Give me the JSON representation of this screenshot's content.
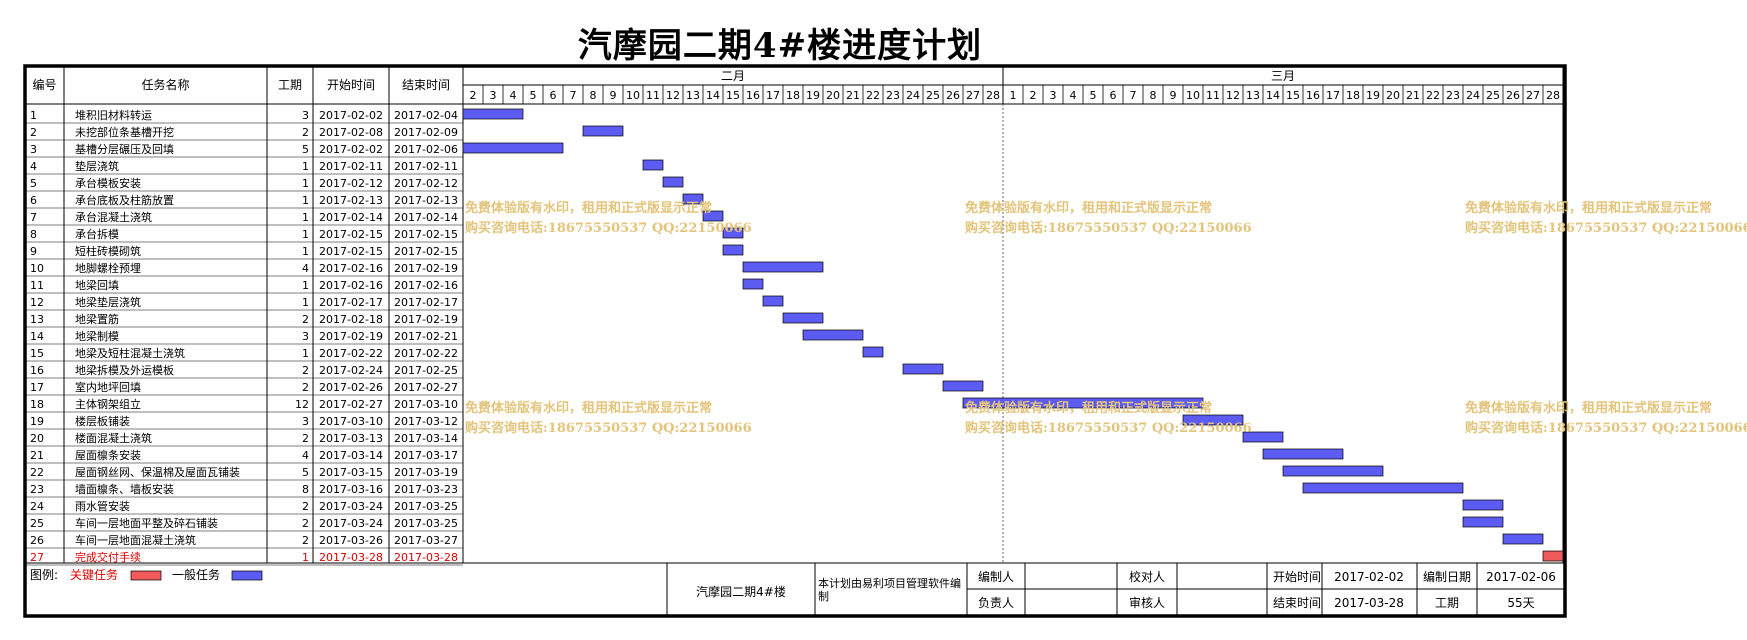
{
  "title": "汽摩园二期4#楼进度计划",
  "headers": {
    "id": "编号",
    "name": "任务名称",
    "duration": "工期",
    "start": "开始时间",
    "end": "结束时间"
  },
  "months": [
    {
      "label": "二月",
      "days": [
        "2",
        "3",
        "4",
        "5",
        "6",
        "7",
        "8",
        "9",
        "10",
        "11",
        "12",
        "13",
        "14",
        "15",
        "16",
        "17",
        "18",
        "19",
        "20",
        "21",
        "22",
        "23",
        "24",
        "25",
        "26",
        "27",
        "28"
      ]
    },
    {
      "label": "三月",
      "days": [
        "1",
        "2",
        "3",
        "4",
        "5",
        "6",
        "7",
        "8",
        "9",
        "10",
        "11",
        "12",
        "13",
        "14",
        "15",
        "16",
        "17",
        "18",
        "19",
        "20",
        "21",
        "22",
        "23",
        "24",
        "25",
        "26",
        "27",
        "28"
      ]
    }
  ],
  "colors": {
    "critical": "#f05a5a",
    "normal": "#5c5cf2",
    "critical_text": "#e00000",
    "watermark": "#e3c47a"
  },
  "chart_data": {
    "type": "gantt",
    "time_axis": {
      "start": "2017-02-02",
      "end": "2017-03-28"
    },
    "tasks": [
      {
        "id": "1",
        "name": "堆积旧材料转运",
        "duration": 3,
        "start": "2017-02-02",
        "end": "2017-02-04",
        "critical": false
      },
      {
        "id": "2",
        "name": "未挖部位条基槽开挖",
        "duration": 2,
        "start": "2017-02-08",
        "end": "2017-02-09",
        "critical": false
      },
      {
        "id": "3",
        "name": "基槽分层碾压及回填",
        "duration": 5,
        "start": "2017-02-02",
        "end": "2017-02-06",
        "critical": false
      },
      {
        "id": "4",
        "name": "垫层浇筑",
        "duration": 1,
        "start": "2017-02-11",
        "end": "2017-02-11",
        "critical": false
      },
      {
        "id": "5",
        "name": "承台模板安装",
        "duration": 1,
        "start": "2017-02-12",
        "end": "2017-02-12",
        "critical": false
      },
      {
        "id": "6",
        "name": "承台底板及柱筋放置",
        "duration": 1,
        "start": "2017-02-13",
        "end": "2017-02-13",
        "critical": false
      },
      {
        "id": "7",
        "name": "承台混凝土浇筑",
        "duration": 1,
        "start": "2017-02-14",
        "end": "2017-02-14",
        "critical": false
      },
      {
        "id": "8",
        "name": "承台拆模",
        "duration": 1,
        "start": "2017-02-15",
        "end": "2017-02-15",
        "critical": false
      },
      {
        "id": "9",
        "name": "短柱砖模砌筑",
        "duration": 1,
        "start": "2017-02-15",
        "end": "2017-02-15",
        "critical": false
      },
      {
        "id": "10",
        "name": "地脚螺栓预埋",
        "duration": 4,
        "start": "2017-02-16",
        "end": "2017-02-19",
        "critical": false
      },
      {
        "id": "11",
        "name": "地梁回填",
        "duration": 1,
        "start": "2017-02-16",
        "end": "2017-02-16",
        "critical": false
      },
      {
        "id": "12",
        "name": "地梁垫层浇筑",
        "duration": 1,
        "start": "2017-02-17",
        "end": "2017-02-17",
        "critical": false
      },
      {
        "id": "13",
        "name": "地梁置筋",
        "duration": 2,
        "start": "2017-02-18",
        "end": "2017-02-19",
        "critical": false
      },
      {
        "id": "14",
        "name": "地梁制模",
        "duration": 3,
        "start": "2017-02-19",
        "end": "2017-02-21",
        "critical": false
      },
      {
        "id": "15",
        "name": "地梁及短柱混凝土浇筑",
        "duration": 1,
        "start": "2017-02-22",
        "end": "2017-02-22",
        "critical": false
      },
      {
        "id": "16",
        "name": "地梁拆模及外运模板",
        "duration": 2,
        "start": "2017-02-24",
        "end": "2017-02-25",
        "critical": false
      },
      {
        "id": "17",
        "name": "室内地坪回填",
        "duration": 2,
        "start": "2017-02-26",
        "end": "2017-02-27",
        "critical": false
      },
      {
        "id": "18",
        "name": "主体钢架组立",
        "duration": 12,
        "start": "2017-02-27",
        "end": "2017-03-10",
        "critical": false
      },
      {
        "id": "19",
        "name": "楼层板铺装",
        "duration": 3,
        "start": "2017-03-10",
        "end": "2017-03-12",
        "critical": false
      },
      {
        "id": "20",
        "name": "楼面混凝土浇筑",
        "duration": 2,
        "start": "2017-03-13",
        "end": "2017-03-14",
        "critical": false
      },
      {
        "id": "21",
        "name": "屋面檩条安装",
        "duration": 4,
        "start": "2017-03-14",
        "end": "2017-03-17",
        "critical": false
      },
      {
        "id": "22",
        "name": "屋面钢丝网、保温棉及屋面瓦铺装",
        "duration": 5,
        "start": "2017-03-15",
        "end": "2017-03-19",
        "critical": false
      },
      {
        "id": "23",
        "name": "墙面檩条、墙板安装",
        "duration": 8,
        "start": "2017-03-16",
        "end": "2017-03-23",
        "critical": false
      },
      {
        "id": "24",
        "name": "雨水管安装",
        "duration": 2,
        "start": "2017-03-24",
        "end": "2017-03-25",
        "critical": false
      },
      {
        "id": "25",
        "name": "车间一层地面平整及碎石铺装",
        "duration": 2,
        "start": "2017-03-24",
        "end": "2017-03-25",
        "critical": false
      },
      {
        "id": "26",
        "name": "车间一层地面混凝土浇筑",
        "duration": 2,
        "start": "2017-03-26",
        "end": "2017-03-27",
        "critical": false
      },
      {
        "id": "27",
        "name": "完成交付手续",
        "duration": 1,
        "start": "2017-03-28",
        "end": "2017-03-28",
        "critical": true
      }
    ]
  },
  "legend": {
    "label": "图例:",
    "critical": "关键任务",
    "normal": "一般任务"
  },
  "footer": {
    "project": "汽摩园二期4#楼",
    "software": "本计划由易利项目管理软件编制",
    "editor_label": "编制人",
    "proofreader_label": "校对人",
    "start_label": "开始时间",
    "start_value": "2017-02-02",
    "edit_date_label": "编制日期",
    "edit_date_value": "2017-02-06",
    "responsible_label": "负责人",
    "reviewer_label": "审核人",
    "end_label": "结束时间",
    "end_value": "2017-03-28",
    "duration_label": "工期",
    "duration_value": "55天"
  },
  "watermark": {
    "line1": "免费体验版有水印，租用和正式版显示正常",
    "line2": "购买咨询电话:18675550537 QQ:22150066"
  }
}
